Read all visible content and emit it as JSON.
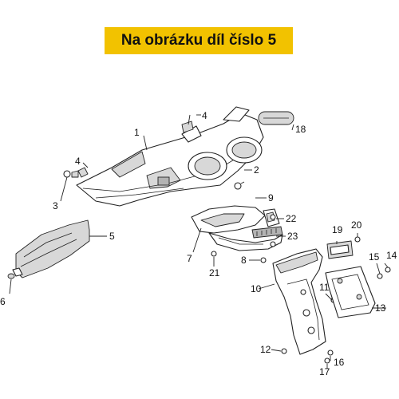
{
  "banner": {
    "text": "Na obrázku díl číslo 5",
    "color": "#f2c200"
  },
  "callouts": [
    "1",
    "2",
    "3",
    "4",
    "4",
    "5",
    "6",
    "7",
    "8",
    "9",
    "10",
    "11",
    "12",
    "13",
    "14",
    "15",
    "16",
    "17",
    "18",
    "19",
    "20",
    "21",
    "22",
    "23"
  ]
}
